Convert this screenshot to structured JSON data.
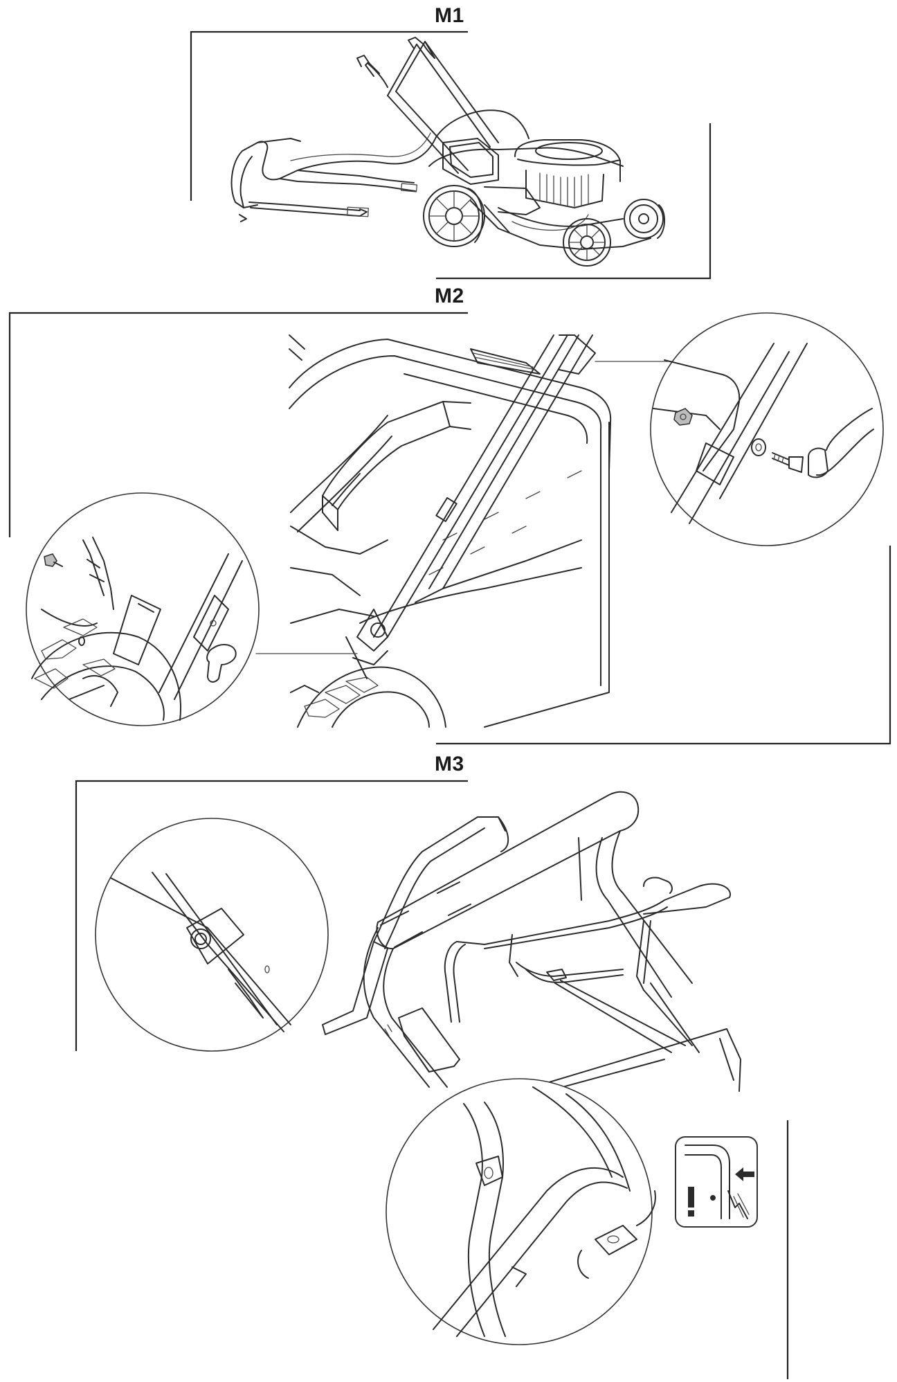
{
  "steps": [
    {
      "label": "M1"
    },
    {
      "label": "M2"
    },
    {
      "label": "M3"
    }
  ],
  "warning_icon": {
    "name": "caution-pinch-point-icon",
    "symbols": [
      "!",
      "arrow-left",
      "dot",
      "lightning"
    ]
  },
  "colors": {
    "line": "#2b2b2b",
    "background": "#ffffff"
  }
}
